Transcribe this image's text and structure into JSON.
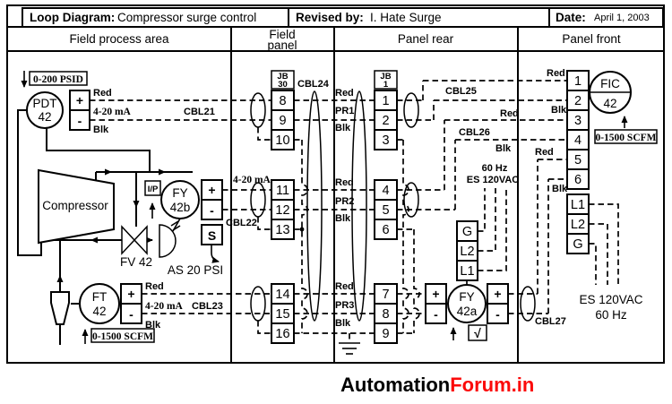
{
  "title_bar": {
    "loop_label": "Loop Diagram:",
    "loop_value": "Compressor surge control",
    "revised_label": "Revised by:",
    "revised_value": "I. Hate Surge",
    "date_label": "Date:",
    "date_value": "April 1, 2003"
  },
  "headers": {
    "field_process": "Field process area",
    "field_panel_1": "Field",
    "field_panel_2": "panel",
    "panel_rear": "Panel rear",
    "panel_front": "Panel front"
  },
  "sym": {
    "plus": "+",
    "minus": "-",
    "s": "S",
    "sqrt": "√",
    "ip": "I/P"
  },
  "process": {
    "pdt_range": "0-200 PSID",
    "pdt_tag": "PDT",
    "pdt_num": "42",
    "pdt_red": "Red",
    "pdt_blk": "Blk",
    "pdt_signal": "4-20 mA",
    "cbl21": "CBL21",
    "compressor": "Compressor",
    "fy_tag": "FY",
    "fy_num": "42b",
    "fy_signal": "4-20 mA",
    "cbl22": "CBL22",
    "valve": "FV 42",
    "air": "AS 20 PSI",
    "ft_tag": "FT",
    "ft_num": "42",
    "ft_red": "Red",
    "ft_blk": "Blk",
    "ft_signal": "4-20 mA",
    "cbl23": "CBL23",
    "ft_range": "0-1500 SCFM"
  },
  "field_panel": {
    "jb": "JB",
    "jb_no": "30",
    "cbl24": "CBL24",
    "t": [
      "8",
      "9",
      "10",
      "11",
      "12",
      "13",
      "14",
      "15",
      "16"
    ]
  },
  "pairs": [
    {
      "red": "Red",
      "name": "PR1",
      "blk": "Blk"
    },
    {
      "red": "Red",
      "name": "PR2",
      "blk": "Blk"
    },
    {
      "red": "Red",
      "name": "PR3",
      "blk": "Blk"
    }
  ],
  "panel_rear": {
    "jb": "JB",
    "jb_no": "1",
    "t": [
      "1",
      "2",
      "3",
      "4",
      "5",
      "6",
      "7",
      "8",
      "9"
    ],
    "cbl25": "CBL25",
    "cbl26": "CBL26",
    "cbl26_red": "Red",
    "cbl26_blk": "Blk",
    "hz": "60 Hz",
    "es": "ES 120VAC",
    "pwr": [
      "G",
      "L2",
      "L1"
    ],
    "fy_tag": "FY",
    "fy_num": "42a"
  },
  "panel_front": {
    "t": [
      "1",
      "2",
      "3",
      "4",
      "5",
      "6",
      "L1",
      "L2",
      "G"
    ],
    "fic_tag": "FIC",
    "fic_num": "42",
    "fic_range": "0-1500 SCFM",
    "cbl25_red": "Red",
    "cbl25_blk": "Blk",
    "cbl27_red": "Red",
    "cbl27_blk": "Blk",
    "cbl27": "CBL27",
    "es": "ES 120VAC",
    "hz": "60 Hz"
  },
  "footer": {
    "brand_black": "Automation",
    "brand_red": "Forum.in",
    "accent": "#fb0a0a"
  }
}
